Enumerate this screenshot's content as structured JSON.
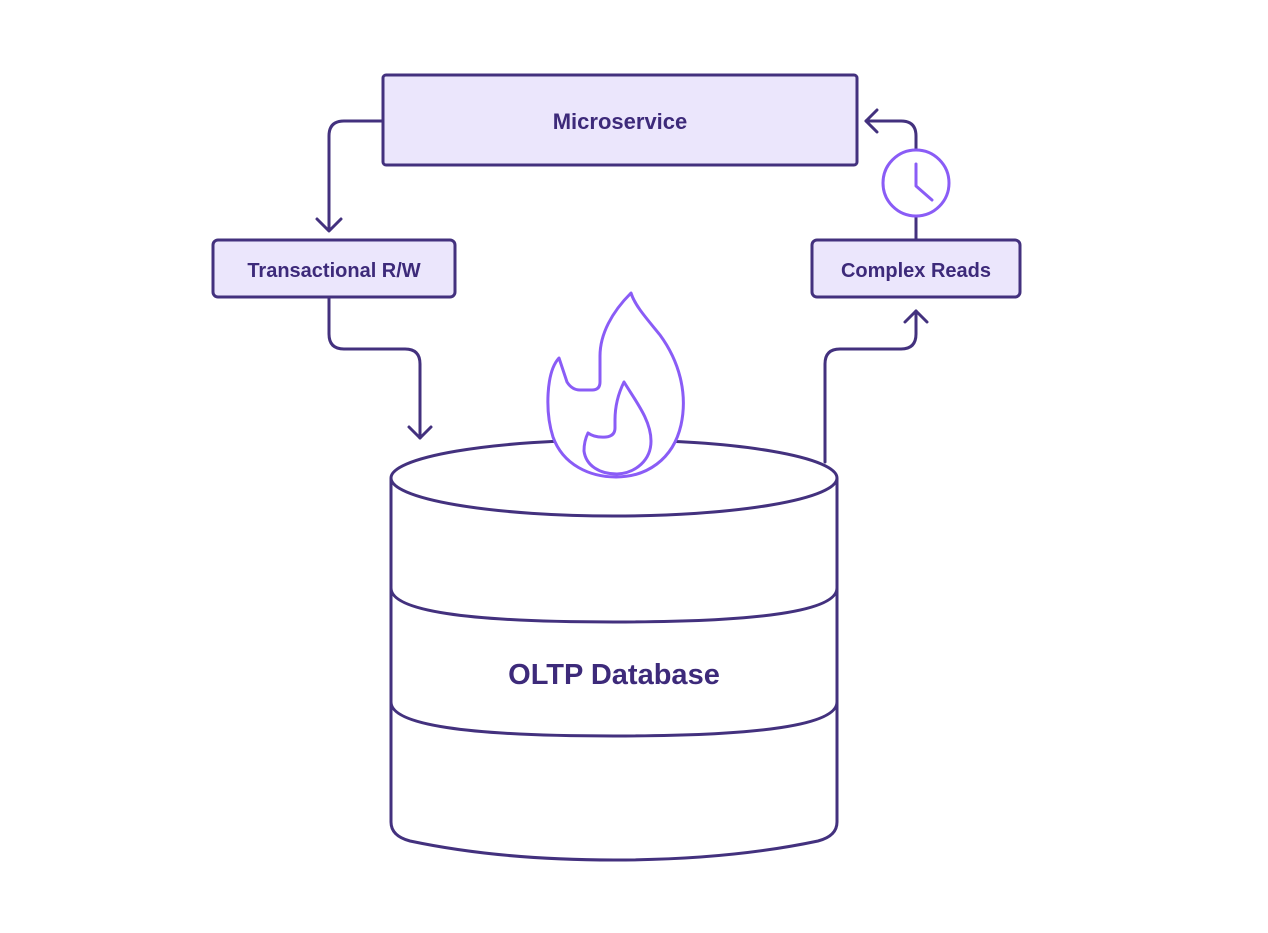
{
  "nodes": {
    "microservice": {
      "label": "Microservice"
    },
    "transactional": {
      "label": "Transactional R/W"
    },
    "complex_reads": {
      "label": "Complex Reads"
    },
    "database": {
      "label": "OLTP Database"
    }
  },
  "icons": {
    "clock": "clock-icon",
    "flame": "flame-icon"
  },
  "colors": {
    "stroke": "#43317e",
    "box_fill": "#ebe6fc",
    "accent": "#8a5cf6",
    "text": "#3d2a7a",
    "background": "#ffffff"
  }
}
